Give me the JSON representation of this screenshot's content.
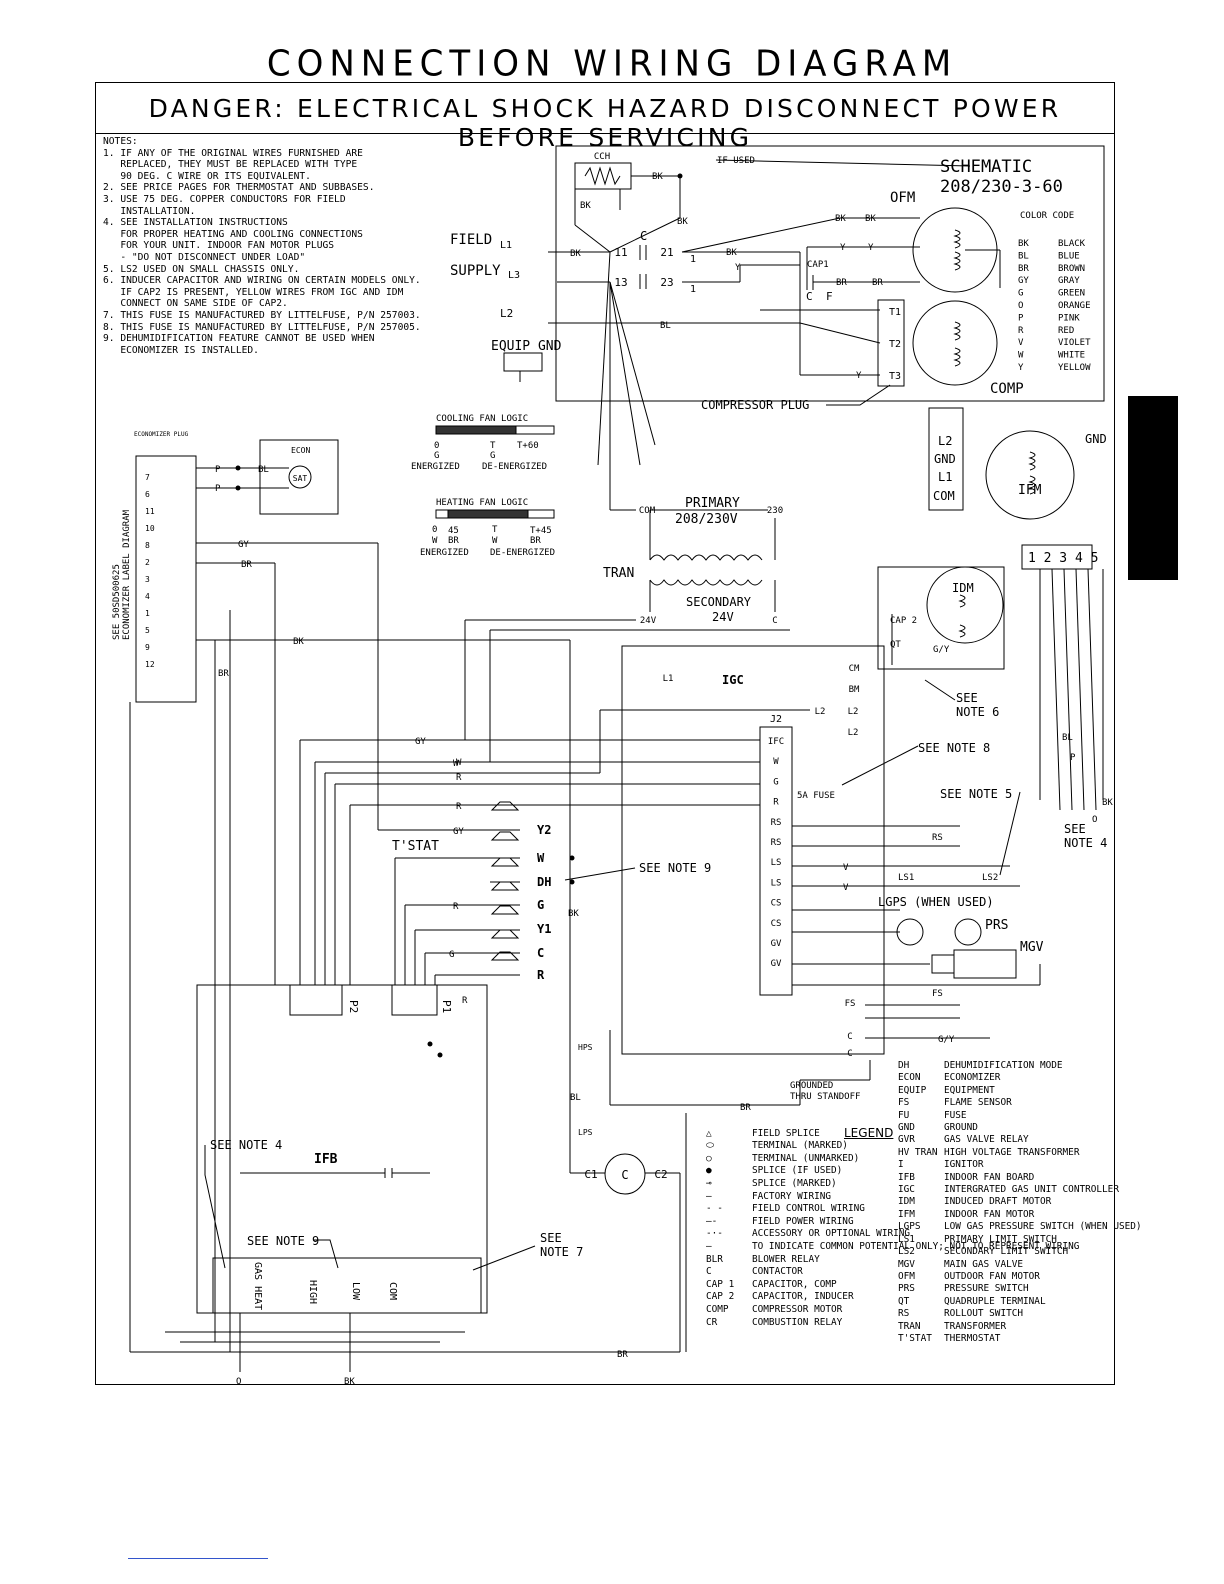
{
  "title": "CONNECTION WIRING DIAGRAM",
  "danger": "DANGER: ELECTRICAL SHOCK HAZARD DISCONNECT POWER BEFORE SERVICING",
  "notes": [
    "NOTES:",
    "1. IF ANY OF THE ORIGINAL WIRES FURNISHED ARE",
    "   REPLACED, THEY MUST BE REPLACED WITH TYPE",
    "   90 DEG. C WIRE OR ITS EQUIVALENT.",
    "2. SEE PRICE PAGES FOR THERMOSTAT AND SUBBASES.",
    "3. USE 75 DEG. COPPER CONDUCTORS FOR FIELD",
    "   INSTALLATION.",
    "4. SEE INSTALLATION INSTRUCTIONS",
    "   FOR PROPER HEATING AND COOLING CONNECTIONS",
    "   FOR YOUR UNIT. INDOOR FAN MOTOR PLUGS",
    "   - \"DO NOT DISCONNECT UNDER LOAD\"",
    "5. LS2 USED ON SMALL CHASSIS ONLY.",
    "6. INDUCER CAPACITOR AND WIRING ON CERTAIN MODELS ONLY.",
    "   IF CAP2 IS PRESENT, YELLOW WIRES FROM IGC AND IDM",
    "   CONNECT ON SAME SIDE OF CAP2.",
    "7. THIS FUSE IS MANUFACTURED BY LITTELFUSE, P/N 257003.",
    "8. THIS FUSE IS MANUFACTURED BY LITTELFUSE, P/N 257005.",
    "9. DEHUMIDIFICATION FEATURE CANNOT BE USED WHEN",
    "   ECONOMIZER IS INSTALLED."
  ],
  "schematic": {
    "title": "SCHEMATIC",
    "voltage": "208/230-3-60"
  },
  "color_code": {
    "heading": "COLOR CODE",
    "entries": [
      {
        "code": "BK",
        "name": "BLACK"
      },
      {
        "code": "BL",
        "name": "BLUE"
      },
      {
        "code": "BR",
        "name": "BROWN"
      },
      {
        "code": "GY",
        "name": "GRAY"
      },
      {
        "code": "G",
        "name": "GREEN"
      },
      {
        "code": "O",
        "name": "ORANGE"
      },
      {
        "code": "P",
        "name": "PINK"
      },
      {
        "code": "R",
        "name": "RED"
      },
      {
        "code": "V",
        "name": "VIOLET"
      },
      {
        "code": "W",
        "name": "WHITE"
      },
      {
        "code": "Y",
        "name": "YELLOW"
      }
    ]
  },
  "labels": {
    "cch": "CCH",
    "if_used": "IF USED",
    "ofm": "OFM",
    "comp": "COMP",
    "field": "FIELD",
    "supply": "SUPPLY",
    "l1": "L1",
    "l2": "L2",
    "l3": "L3",
    "equip_gnd": "EQUIP_GND",
    "c": "C",
    "cap1": "CAP1",
    "f": "F",
    "t11": "11",
    "t21": "21",
    "t13": "13",
    "t23": "23",
    "t1": "1",
    "tt1": "T1",
    "tt2": "T2",
    "tt3": "T3",
    "compressor_plug": "COMPRESSOR PLUG",
    "cooling_fan_logic": "COOLING FAN LOGIC",
    "cf_0": "0",
    "cf_t": "T",
    "cf_t60": "T+60",
    "cf_g1": "G",
    "cf_g2": "G",
    "energized": "ENERGIZED",
    "de_energized": "DE-ENERGIZED",
    "heating_fan_logic": "HEATING FAN LOGIC",
    "hf_0": "0",
    "hf_45": "45",
    "hf_t": "T",
    "hf_t45": "T+45",
    "hf_w1": "W",
    "hf_br": "BR",
    "hf_w2": "W",
    "hf_br2": "BR",
    "economizer_plug": "ECONOMIZER PLUG",
    "econ": "ECON",
    "sat": "SAT",
    "econ_label_1": "SEE 50SD500625",
    "econ_label_2": "ECONOMIZER LABEL DIAGRAM",
    "primary": "PRIMARY",
    "primary_v": "208/230V",
    "com": "COM",
    "v230": "230",
    "tran": "TRAN",
    "secondary": "SECONDARY",
    "secondary_v": "24V",
    "v24": "24V",
    "igc": "IGC",
    "j2": "J2",
    "ifm": "IFM",
    "gnd": "GND",
    "l2b": "L2",
    "gndb": "GND",
    "l1b": "L1",
    "comb": "COM",
    "idm": "IDM",
    "cap2": "CAP 2",
    "qt": "QT",
    "see_note_6": "SEE\nNOTE 6",
    "see_note_8": "SEE NOTE 8",
    "see_note_5": "SEE NOTE 5",
    "see_note_4_right": "SEE\nNOTE 4",
    "see_note_9": "SEE NOTE 9",
    "see_note_4_left": "SEE NOTE 4",
    "see_note_9_b": "SEE NOTE 9",
    "see_note_7": "SEE\nNOTE 7",
    "fuse_5a": "5A FUSE",
    "tstat": "T'STAT",
    "rs": "RS",
    "ls1": "LS1",
    "ls2": "LS2",
    "lgps": "LGPS (WHEN USED)",
    "prs": "PRS",
    "mgv": "MGV",
    "fs": "FS",
    "hps": "HPS",
    "lps": "LPS",
    "grounded": "GROUNDED\nTHRU STANDOFF",
    "ifb": "IFB",
    "p2": "P2",
    "p1": "P1",
    "gas_heat": "GAS HEAT",
    "high": "HIGH",
    "low": "LOW",
    "com_r": "COM",
    "fan_terminals": "1 2 3 4 5",
    "c1": "C1",
    "c2": "C2",
    "cc": "C",
    "o_bottom": "O",
    "bk_bottom": "BK"
  },
  "igc_terminals": [
    "IFC",
    "W",
    "G",
    "R",
    "RS",
    "RS",
    "LS",
    "LS",
    "CS",
    "CS",
    "GV",
    "GV"
  ],
  "igc_side_terminals": [
    "CM",
    "BM",
    "L2",
    "L2",
    "L2",
    "FS",
    "C",
    "C",
    "L1"
  ],
  "tstat_terminals": [
    "Y2",
    "W",
    "DH",
    "G",
    "Y1",
    "C",
    "R"
  ],
  "econ_pins": [
    "7",
    "6",
    "11",
    "10",
    "8",
    "2",
    "3",
    "4",
    "1",
    "5",
    "9",
    "12"
  ],
  "wire_labels": [
    "BK",
    "BK",
    "BK",
    "BK",
    "BK",
    "BK",
    "BK",
    "Y",
    "Y",
    "Y",
    "Y",
    "BR",
    "BR",
    "BL",
    "BL",
    "P",
    "P",
    "GY",
    "GY",
    "GY",
    "W",
    "W",
    "R",
    "R",
    "R",
    "G",
    "BR",
    "V",
    "V",
    "BK",
    "BR",
    "BR",
    "BR",
    "G/Y",
    "G/Y",
    "BL",
    "BK",
    "O",
    "BL",
    "R",
    "P",
    "BK"
  ],
  "legend": {
    "heading": "LEGEND",
    "rows": [
      {
        "sym": "△",
        "text": "FIELD SPLICE"
      },
      {
        "sym": "⬭",
        "text": "TERMINAL (MARKED)"
      },
      {
        "sym": "○",
        "text": "TERMINAL (UNMARKED)"
      },
      {
        "sym": "●",
        "text": "SPLICE (IF USED)"
      },
      {
        "sym": "⊸",
        "text": "SPLICE (MARKED)"
      },
      {
        "sym": "—",
        "text": "FACTORY WIRING"
      },
      {
        "sym": "- -",
        "text": "FIELD CONTROL WIRING"
      },
      {
        "sym": "—-",
        "text": "FIELD POWER WIRING"
      },
      {
        "sym": "-·-",
        "text": "ACCESSORY OR OPTIONAL WIRING"
      },
      {
        "sym": "—",
        "text": "TO INDICATE COMMON POTENTIAL ONLY; NOT TO REPRESENT WIRING"
      },
      {
        "sym": "BLR",
        "text": "BLOWER RELAY"
      },
      {
        "sym": "C",
        "text": "CONTACTOR"
      },
      {
        "sym": "CAP 1",
        "text": "CAPACITOR, COMP"
      },
      {
        "sym": "CAP 2",
        "text": "CAPACITOR, INDUCER"
      },
      {
        "sym": "COMP",
        "text": "COMPRESSOR MOTOR"
      },
      {
        "sym": "CR",
        "text": "COMBUSTION RELAY"
      }
    ]
  },
  "abbreviations": [
    {
      "k": "DH",
      "v": "DEHUMIDIFICATION MODE"
    },
    {
      "k": "ECON",
      "v": "ECONOMIZER"
    },
    {
      "k": "EQUIP",
      "v": "EQUIPMENT"
    },
    {
      "k": "FS",
      "v": "FLAME SENSOR"
    },
    {
      "k": "FU",
      "v": "FUSE"
    },
    {
      "k": "GND",
      "v": "GROUND"
    },
    {
      "k": "GVR",
      "v": "GAS VALVE RELAY"
    },
    {
      "k": "HV TRAN",
      "v": "HIGH VOLTAGE TRANSFORMER"
    },
    {
      "k": "I",
      "v": "IGNITOR"
    },
    {
      "k": "IFB",
      "v": "INDOOR FAN BOARD"
    },
    {
      "k": "IGC",
      "v": "INTERGRATED GAS UNIT CONTROLLER"
    },
    {
      "k": "IDM",
      "v": "INDUCED DRAFT MOTOR"
    },
    {
      "k": "IFM",
      "v": "INDOOR FAN MOTOR"
    },
    {
      "k": "LGPS",
      "v": "LOW GAS PRESSURE SWITCH (WHEN USED)"
    },
    {
      "k": "LS1",
      "v": "PRIMARY LIMIT SWITCH"
    },
    {
      "k": "LS2",
      "v": "SECONDARY LIMIT SWITCH"
    },
    {
      "k": "MGV",
      "v": "MAIN GAS VALVE"
    },
    {
      "k": "OFM",
      "v": "OUTDOOR FAN MOTOR"
    },
    {
      "k": "PRS",
      "v": "PRESSURE SWITCH"
    },
    {
      "k": "QT",
      "v": "QUADRUPLE TERMINAL"
    },
    {
      "k": "RS",
      "v": "ROLLOUT SWITCH"
    },
    {
      "k": "TRAN",
      "v": "TRANSFORMER"
    },
    {
      "k": "T'STAT",
      "v": "THERMOSTAT"
    }
  ]
}
